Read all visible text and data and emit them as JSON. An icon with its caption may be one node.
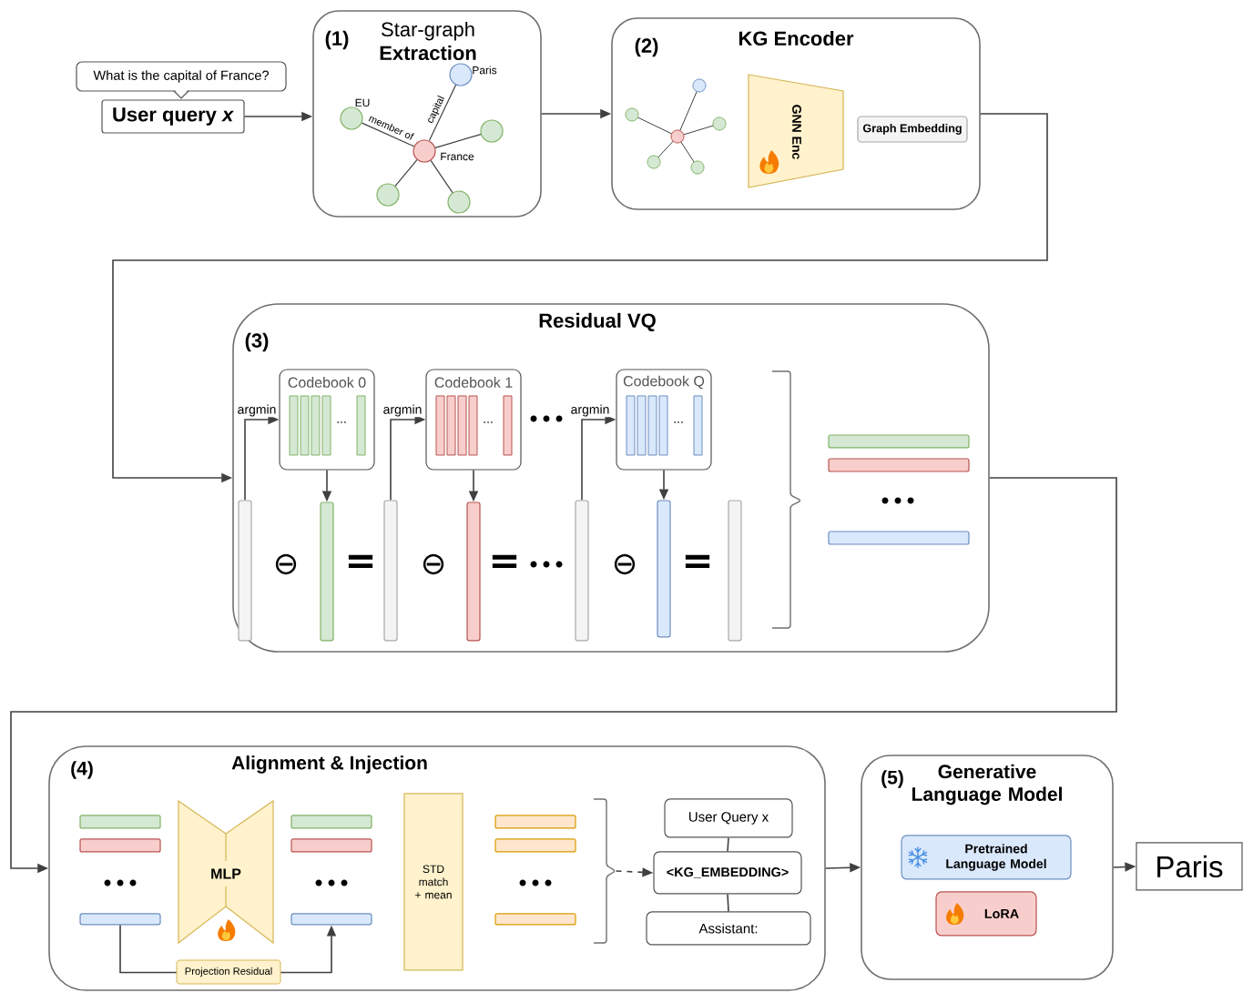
{
  "diagram": {
    "nodes": [
      {
        "text": [
          "What is the capital of France?"
        ]
      },
      {
        "text": [
          "User query *x*"
        ]
      },
      {
        "text": [
          "(1)",
          "Star-graph **Extraction**"
        ]
      },
      {
        "text": [],
        "shape": "circle",
        "in": 2,
        "beside": [
          "Paris"
        ]
      },
      {
        "text": [],
        "shape": "circle",
        "in": 2,
        "beside": [
          "EU"
        ]
      },
      {
        "text": [],
        "shape": "circle",
        "in": 2
      },
      {
        "text": [],
        "shape": "circle",
        "in": 2,
        "beside": [
          "France"
        ]
      },
      {
        "text": [],
        "shape": "circle",
        "in": 2
      },
      {
        "text": [],
        "shape": "circle",
        "in": 2
      },
      {
        "text": [
          "(2)",
          "KG Encoder"
        ]
      },
      {
        "text": [
          "GNN Enc"
        ],
        "in": 9
      },
      {
        "text": [
          "Graph Embedding"
        ],
        "in": 9
      },
      {
        "text": [
          "(3)",
          "Residual VQ"
        ]
      },
      {
        "text": [
          "Codebook 0",
          "..."
        ],
        "in": 12
      },
      {
        "text": [
          "Codebook 1",
          "..."
        ],
        "in": 12
      },
      {
        "text": [
          "Codebook Q",
          "..."
        ],
        "in": 12
      },
      {
        "text": [],
        "shape": "bar",
        "in": 12
      },
      {
        "text": [],
        "shape": "bar",
        "in": 12
      },
      {
        "text": [],
        "shape": "bar",
        "in": 12
      },
      {
        "text": [],
        "shape": "bar",
        "in": 12
      },
      {
        "text": [],
        "shape": "bar",
        "in": 12
      },
      {
        "text": [],
        "shape": "bar",
        "in": 12
      },
      {
        "text": [],
        "shape": "bar",
        "in": 12
      },
      {
        "text": [
          "(4)",
          "Alignment & Injection"
        ]
      },
      {
        "text": [],
        "shape": "bar",
        "in": 23
      },
      {
        "text": [
          "MLP"
        ],
        "in": 23
      },
      {
        "text": [],
        "shape": "bar",
        "in": 23
      },
      {
        "text": [
          "STD match + mean"
        ],
        "in": 23
      },
      {
        "text": [],
        "shape": "brace",
        "in": 23
      },
      {
        "text": [
          "User Query x"
        ],
        "in": 23
      },
      {
        "text": [
          "<KG_EMBEDDING>"
        ],
        "in": 23
      },
      {
        "text": [
          "Assistant:"
        ],
        "in": 23
      },
      {
        "text": [
          "(5)",
          "Generative Language Model"
        ]
      },
      {
        "text": [
          "Pretrained Language Model"
        ],
        "in": 32
      },
      {
        "text": [
          "LoRA"
        ],
        "in": 32
      },
      {
        "text": [
          "Paris"
        ]
      }
    ],
    "edges": [
      {
        "from": 1,
        "to": 2,
        "arrow": "to"
      },
      {
        "from": 6,
        "to": 3,
        "arrow": "none",
        "label": "capital"
      },
      {
        "from": 6,
        "to": 4,
        "arrow": "none",
        "label": "member of"
      },
      {
        "from": 6,
        "to": 5,
        "arrow": "none"
      },
      {
        "from": 6,
        "to": 7,
        "arrow": "none"
      },
      {
        "from": 6,
        "to": 8,
        "arrow": "none"
      },
      {
        "from": 2,
        "to": 9,
        "arrow": "to"
      },
      {
        "from": 9,
        "to": 12,
        "arrow": "to"
      },
      {
        "from": 16,
        "to": 13,
        "arrow": "to",
        "label": "argmin"
      },
      {
        "from": 13,
        "to": 17,
        "arrow": "to"
      },
      {
        "from": 18,
        "to": 14,
        "arrow": "to",
        "label": "argmin"
      },
      {
        "from": 14,
        "to": 19,
        "arrow": "to"
      },
      {
        "from": 20,
        "to": 15,
        "arrow": "to",
        "label": "argmin"
      },
      {
        "from": 15,
        "to": 21,
        "arrow": "to"
      },
      {
        "from": 12,
        "to": 23,
        "arrow": "to"
      },
      {
        "from": 24,
        "to": 26,
        "arrow": "to",
        "label": "Projection Residual"
      },
      {
        "from": 28,
        "to": 30,
        "arrow": "to",
        "style": "dashed"
      },
      {
        "from": 29,
        "to": 30,
        "arrow": "none"
      },
      {
        "from": 30,
        "to": 31,
        "arrow": "none"
      },
      {
        "from": 23,
        "to": 32,
        "arrow": "to"
      },
      {
        "from": 32,
        "to": 35,
        "arrow": "to"
      }
    ],
    "labels": [
      "⊖",
      "=",
      "⊖",
      "=",
      "⊖",
      "="
    ]
  }
}
